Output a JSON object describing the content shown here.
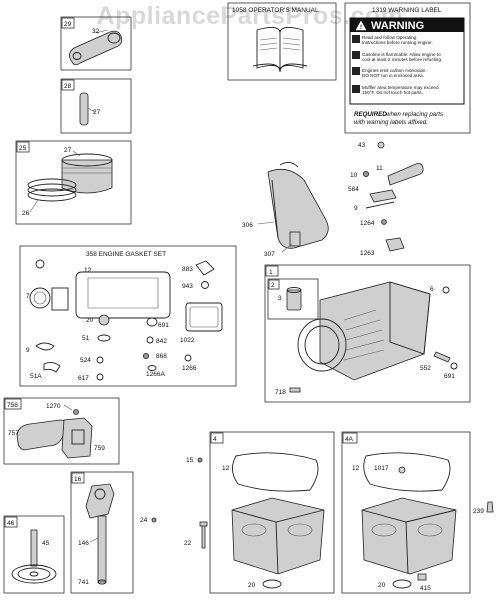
{
  "watermark": "AppliancePartsPros.com",
  "manual_box": {
    "title": "1058 OPERATOR'S MANUAL"
  },
  "warning_box": {
    "title": "1319 WARNING LABEL",
    "header": "WARNING",
    "lines": [
      "Read and follow Operating",
      "Instructions before running engine.",
      "Gasoline is flammable. Allow engine to",
      "cool at least 2 minutes before refueling.",
      "Engines emit carbon monoxide.",
      "DO NOT run in enclosed area.",
      "Muffler area temperature may exceed",
      "150°F. Do not touch hot parts."
    ],
    "required_bold": "REQUIRED",
    "required_rest": " when replacing parts",
    "required_line2": "with warning labels affixed."
  },
  "gasket_set": {
    "title": "358 ENGINE GASKET SET"
  },
  "boxes": {
    "b29": "29",
    "b28": "28",
    "b25": "25",
    "b1": "1",
    "b2": "2",
    "b758": "758",
    "b16": "16",
    "b46": "46",
    "b4": "4",
    "b4a": "4A"
  },
  "labels": {
    "l32": "32",
    "l27a": "27",
    "l27b": "27",
    "l26": "26",
    "l43": "43",
    "l10": "10",
    "l11": "11",
    "l584": "584",
    "l9a": "9",
    "l1264": "1264",
    "l306": "306",
    "l307": "307",
    "l1263": "1263",
    "l12a": "12",
    "l883": "883",
    "l7": "7",
    "l943": "943",
    "l20a": "20",
    "l691a": "691",
    "l9b": "9",
    "l51": "51",
    "l842": "842",
    "l1022": "1022",
    "l868": "868",
    "l524": "524",
    "l1266a": "1266A",
    "l1266": "1266",
    "l51a": "51A",
    "l617": "617",
    "l3": "3",
    "l6": "6",
    "l552": "552",
    "l691b": "691",
    "l718": "718",
    "l1270": "1270",
    "l757": "757",
    "l759": "759",
    "l15": "15",
    "l12b": "12",
    "l12c": "12",
    "l1017": "1017",
    "l24": "24",
    "l146": "146",
    "l741": "741",
    "l22": "22",
    "l45": "45",
    "l20b": "20",
    "l20c": "20",
    "l415": "415",
    "l239": "239"
  }
}
